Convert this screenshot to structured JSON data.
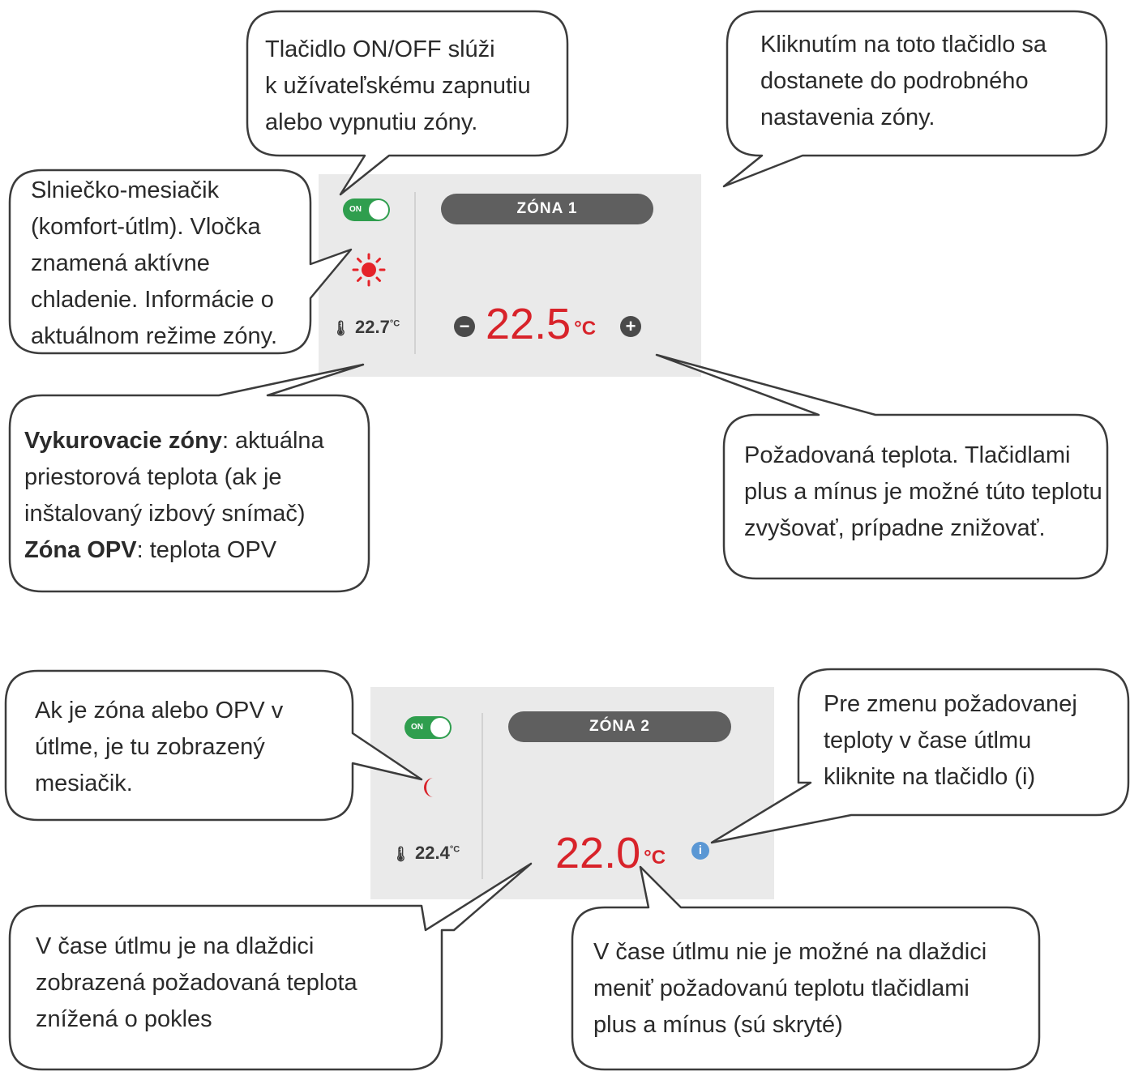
{
  "tile1": {
    "toggle_label": "ON",
    "zone_name": "ZÓNA 1",
    "current_temp": "22.7",
    "current_unit": "°C",
    "set_temp": "22.5",
    "set_unit": "°C",
    "minus_label": "−",
    "plus_label": "+",
    "mode_icon": "sun-icon"
  },
  "tile2": {
    "toggle_label": "ON",
    "zone_name": "ZÓNA 2",
    "current_temp": "22.4",
    "current_unit": "°C",
    "set_temp": "22.0",
    "set_unit": "°C",
    "info_label": "i",
    "mode_icon": "moon-icon"
  },
  "callouts": {
    "onoff": [
      "Tlačidlo ON/OFF slúži",
      "k užívateľskému zapnutiu",
      "alebo vypnutiu zóny."
    ],
    "detail": [
      "Kliknutím na toto tlačidlo sa",
      "dostanete do podrobného",
      "nastavenia zóny."
    ],
    "mode": [
      "Slniečko-mesiačik",
      "(komfort-útlm). Vločka",
      "znamená aktívne",
      "chladenie. Informácie o",
      "aktuálnom režime zóny."
    ],
    "heating": {
      "bold1": "Vykurovacie zóny",
      "rest1": ": aktuálna",
      "line2": "priestorová teplota (ak je",
      "line3": "inštalovaný izbový snímač)",
      "bold4": "Zóna OPV",
      "rest4": ": teplota OPV"
    },
    "setpoint": [
      "Požadovaná teplota. Tlačidlami",
      "plus a mínus je možné túto teplotu",
      "zvyšovať, prípadne znižovať."
    ],
    "moon": [
      "Ak je zóna alebo OPV v",
      "útlme, je tu zobrazený",
      "mesiačik."
    ],
    "info": [
      "Pre zmenu požadovanej",
      "teploty v čase útlmu",
      "kliknite na tlačidlo (i)"
    ],
    "reduced": [
      "V čase útlmu je na dlaždici",
      "zobrazená požadovaná  teplota",
      "znížená o pokles"
    ],
    "hidden": [
      "V čase útlmu nie je možné na dlaždici",
      "meniť požadovanú teplotu tlačidlami",
      "plus a mínus (sú skryté)"
    ]
  },
  "colors": {
    "tile_bg": "#eaeaea",
    "toggle_on": "#2f9e4e",
    "zone_pill": "#5f5f5f",
    "setpoint_red": "#d8232a",
    "info_blue": "#5a97d4"
  }
}
